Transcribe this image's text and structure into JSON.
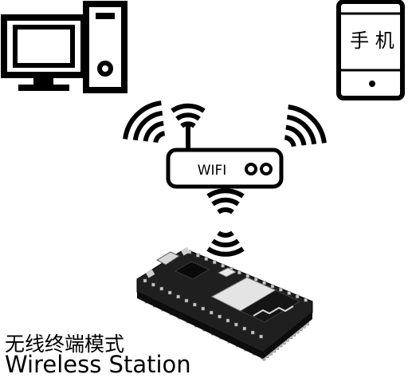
{
  "phone": {
    "label": "手 机"
  },
  "router": {
    "label": "WIFI"
  },
  "mode": {
    "label_cn": "无线终端模式",
    "label_en": "Wireless Station"
  },
  "colors": {
    "stroke": "#000000",
    "board_body": "#1f1f1f",
    "module_shield": "#e4e4e4",
    "pins": "#bfbfbf"
  },
  "icons": {
    "computer": "desktop-computer-icon",
    "phone": "mobile-phone-icon",
    "router": "wifi-router-icon",
    "board": "esp8266-nodemcu-board"
  }
}
